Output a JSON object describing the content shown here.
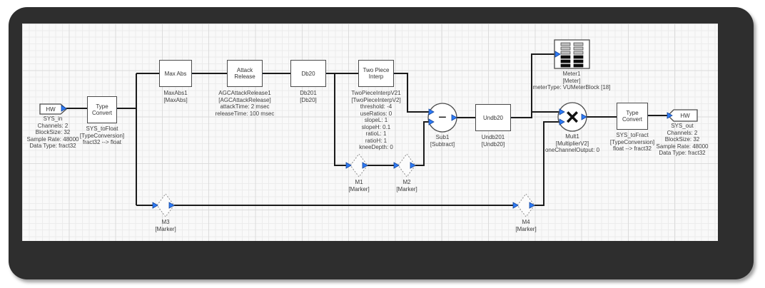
{
  "diagram": {
    "blocks": {
      "sys_in": {
        "label": "HW",
        "caption": [
          "SYS_in",
          "Channels: 2",
          "BlockSize: 32",
          "Sample Rate: 48000",
          "Data Type: fract32"
        ]
      },
      "sys_to_float": {
        "label": "Type\nConvert",
        "caption": [
          "SYS_toFloat",
          "[TypeConversion]",
          "fract32 --> float"
        ]
      },
      "max_abs": {
        "label": "Max Abs",
        "caption": [
          "MaxAbs1",
          "[MaxAbs]"
        ]
      },
      "attack_release": {
        "label": "Attack\nRelease",
        "caption": [
          "AGCAttackRelease1",
          "[AGCAttackRelease]",
          "attackTime: 2 msec",
          "releaseTime: 100 msec"
        ]
      },
      "db20": {
        "label": "Db20",
        "caption": [
          "Db201",
          "[Db20]"
        ]
      },
      "two_piece_interp": {
        "label": "Two Piece\nInterp",
        "caption": [
          "TwoPieceInterpV21",
          "[TwoPieceInterpV2]",
          "threshold: -4",
          "useRatios: 0",
          "slopeL: 1",
          "slopeH: 0.1",
          "ratioL: 1",
          "ratioH: 1",
          "kneeDepth: 0"
        ]
      },
      "sub": {
        "glyph": "−",
        "caption": [
          "Sub1",
          "[Subtract]"
        ]
      },
      "undb20": {
        "label": "Undb20",
        "caption": [
          "Undb201",
          "[Undb20]"
        ]
      },
      "meter": {
        "caption": [
          "Meter1",
          "[Meter]",
          "meterType: VUMeterBlock [18]"
        ]
      },
      "mult": {
        "glyph": "×",
        "caption": [
          "Mult1",
          "[MultiplierV2]",
          "oneChannelOutput: 0"
        ]
      },
      "sys_to_fract": {
        "label": "Type\nConvert",
        "caption": [
          "SYS_toFract",
          "[TypeConversion]",
          "float --> fract32"
        ]
      },
      "sys_out": {
        "label": "HW",
        "caption": [
          "SYS_out",
          "Channels: 2",
          "BlockSize: 32",
          "Sample Rate: 48000",
          "Data Type: fract32"
        ]
      },
      "m1": {
        "caption": [
          "M1",
          "[Marker]"
        ]
      },
      "m2": {
        "caption": [
          "M2",
          "[Marker]"
        ]
      },
      "m3": {
        "caption": [
          "M3",
          "[Marker]"
        ]
      },
      "m4": {
        "caption": [
          "M4",
          "[Marker]"
        ]
      }
    },
    "colors": {
      "pin_blue": "#2e7bf6",
      "wire": "#1b1b1b",
      "frame": "#2e2e2e",
      "canvas_bg": "#f9f9f9"
    }
  }
}
